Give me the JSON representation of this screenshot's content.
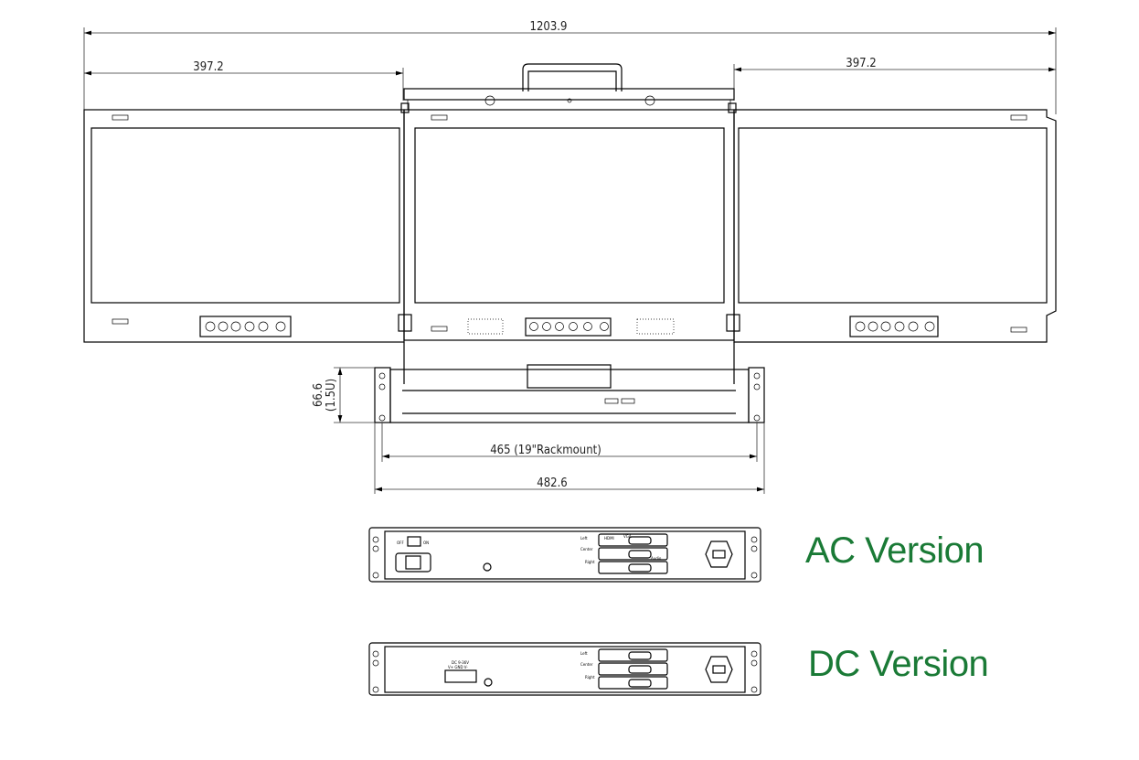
{
  "dimensions": {
    "overall_width": "1203.9",
    "left_wing_width": "397.2",
    "right_wing_width": "397.2",
    "height": "66.6",
    "height_units": "(1.5U)",
    "rack_inner": "465 (19\"Rackmount)",
    "rack_outer": "482.6"
  },
  "rear_panel_labels": {
    "off": "OFF",
    "on": "ON",
    "left": "Left",
    "center": "Center",
    "right": "Right",
    "hdmi": "HDMI",
    "vga": "VGA",
    "audio": "Audio",
    "dc_input": "DC 9-36V",
    "dc_terminals": "V+ GND V-"
  },
  "versions": {
    "ac_label": "AC Version",
    "dc_label": "DC Version",
    "label_color": "#1a7a36"
  }
}
